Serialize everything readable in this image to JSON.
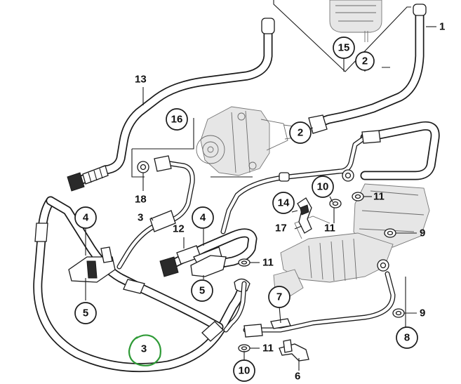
{
  "diagram": {
    "callouts": [
      {
        "id": "c15",
        "label": "15"
      },
      {
        "id": "c2a",
        "label": "2"
      },
      {
        "id": "c16",
        "label": "16"
      },
      {
        "id": "c2b",
        "label": "2"
      },
      {
        "id": "c10a",
        "label": "10"
      },
      {
        "id": "c14",
        "label": "14"
      },
      {
        "id": "c4a",
        "label": "4"
      },
      {
        "id": "c4b",
        "label": "4"
      },
      {
        "id": "c5a",
        "label": "5"
      },
      {
        "id": "c5b",
        "label": "5"
      },
      {
        "id": "c7",
        "label": "7"
      },
      {
        "id": "c8",
        "label": "8"
      },
      {
        "id": "c10b",
        "label": "10"
      }
    ],
    "labels": [
      {
        "id": "l1",
        "label": "1"
      },
      {
        "id": "l13",
        "label": "13"
      },
      {
        "id": "l18",
        "label": "18"
      },
      {
        "id": "l3a",
        "label": "3"
      },
      {
        "id": "l12",
        "label": "12"
      },
      {
        "id": "l11a",
        "label": "11"
      },
      {
        "id": "l11b",
        "label": "11"
      },
      {
        "id": "l11c",
        "label": "11"
      },
      {
        "id": "l11d",
        "label": "11"
      },
      {
        "id": "l17",
        "label": "17"
      },
      {
        "id": "l9a",
        "label": "9"
      },
      {
        "id": "l9b",
        "label": "9"
      },
      {
        "id": "l6",
        "label": "6"
      }
    ],
    "highlight": {
      "label": "3",
      "color": "#2e9a36"
    },
    "colors": {
      "ink": "#1a1a1a",
      "background": "#ffffff",
      "highlight": "#2e9a36"
    }
  }
}
